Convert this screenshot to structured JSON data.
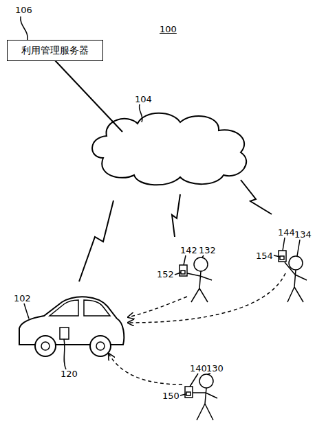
{
  "diagram": {
    "nodes": [
      {
        "text": [
          "利用管理服务器"
        ]
      }
    ],
    "labels": [
      "106",
      "100",
      "104",
      "102",
      "120",
      "142",
      "132",
      "152",
      "144",
      "134",
      "154",
      "140",
      "130",
      "150"
    ]
  }
}
